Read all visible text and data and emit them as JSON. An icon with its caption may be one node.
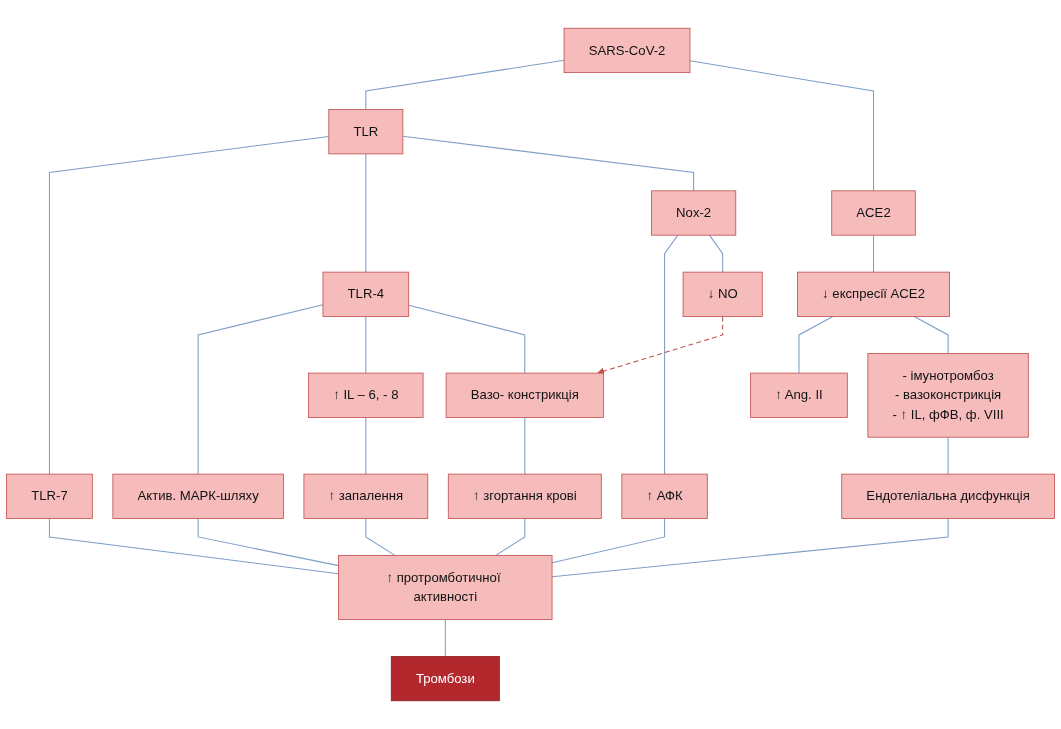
{
  "diagram": {
    "nodes": [
      {
        "text": [
          "SARS-CoV-2"
        ]
      },
      {
        "text": [
          "TLR"
        ]
      },
      {
        "text": [
          "ACE2"
        ]
      },
      {
        "text": [
          "TLR-7"
        ]
      },
      {
        "text": [
          "TLR-4"
        ]
      },
      {
        "text": [
          "Nox-2"
        ]
      },
      {
        "text": [
          "↓ експресії ACE2"
        ]
      },
      {
        "text": [
          "Актив. МАРК-шляху"
        ]
      },
      {
        "text": [
          "↑ IL – 6, - 8"
        ]
      },
      {
        "text": [
          "Вазо- констрикція"
        ]
      },
      {
        "text": [
          "↑ АФК"
        ]
      },
      {
        "text": [
          "↓ NO"
        ]
      },
      {
        "text": [
          "↑ запалення"
        ]
      },
      {
        "text": [
          "↑ згортання крові"
        ]
      },
      {
        "text": [
          "↑ Ang. II"
        ]
      },
      {
        "text": [
          "- імунотромбоз",
          "- вазоконстрикція",
          "- ↑ IL, фФВ, ф. VIII"
        ]
      },
      {
        "text": [
          "Ендотеліальна дисфункція"
        ]
      },
      {
        "text": [
          "↑ протромботичної активності"
        ]
      },
      {
        "text": [
          "Тромбози"
        ]
      }
    ],
    "edges": [
      {
        "from": 0,
        "to": 1,
        "arrow": "none"
      },
      {
        "from": 0,
        "to": 2,
        "arrow": "none"
      },
      {
        "from": 1,
        "to": 3,
        "arrow": "none"
      },
      {
        "from": 1,
        "to": 4,
        "arrow": "none"
      },
      {
        "from": 1,
        "to": 5,
        "arrow": "none"
      },
      {
        "from": 2,
        "to": 6,
        "arrow": "none"
      },
      {
        "from": 4,
        "to": 7,
        "arrow": "none"
      },
      {
        "from": 4,
        "to": 8,
        "arrow": "none"
      },
      {
        "from": 4,
        "to": 9,
        "arrow": "none"
      },
      {
        "from": 5,
        "to": 10,
        "arrow": "none"
      },
      {
        "from": 5,
        "to": 11,
        "arrow": "none"
      },
      {
        "from": 11,
        "to": 9,
        "arrow": "to",
        "style": "dashed",
        "color": "#c0504d"
      },
      {
        "from": 6,
        "to": 14,
        "arrow": "none"
      },
      {
        "from": 6,
        "to": 15,
        "arrow": "none"
      },
      {
        "from": 15,
        "to": 16,
        "arrow": "none"
      },
      {
        "from": 8,
        "to": 12,
        "arrow": "none"
      },
      {
        "from": 9,
        "to": 13,
        "arrow": "none"
      },
      {
        "from": 3,
        "to": 17,
        "arrow": "none"
      },
      {
        "from": 7,
        "to": 17,
        "arrow": "none"
      },
      {
        "from": 12,
        "to": 17,
        "arrow": "none"
      },
      {
        "from": 13,
        "to": 17,
        "arrow": "none"
      },
      {
        "from": 10,
        "to": 17,
        "arrow": "none"
      },
      {
        "from": 16,
        "to": 17,
        "arrow": "none"
      },
      {
        "from": 17,
        "to": 18,
        "arrow": "none"
      }
    ]
  }
}
